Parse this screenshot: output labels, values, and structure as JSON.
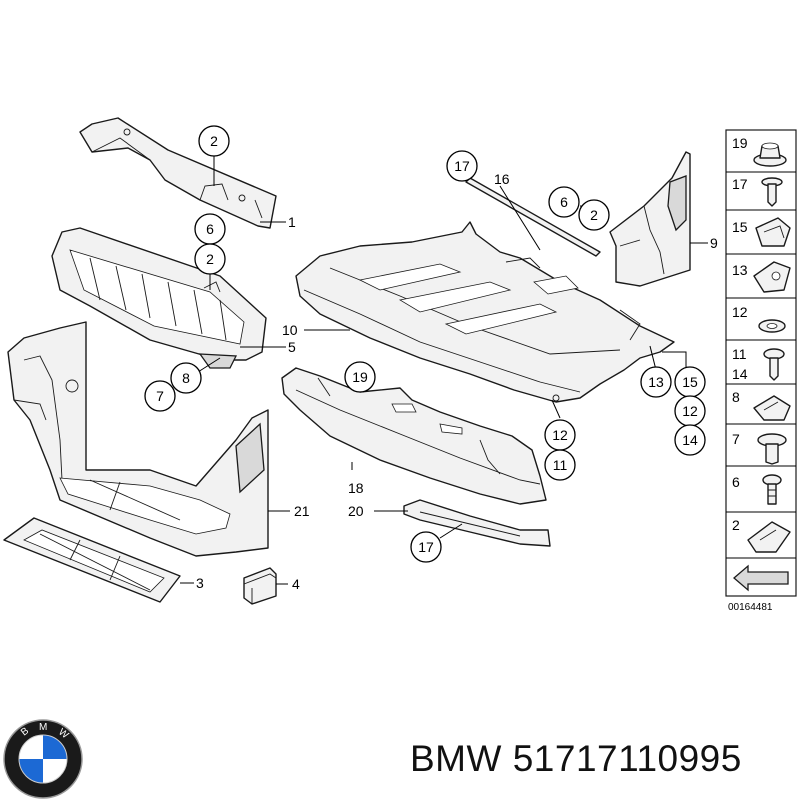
{
  "footer": {
    "brand": "BMW",
    "part_number": "51717110995"
  },
  "logo": {
    "letters": [
      "B",
      "M",
      "W"
    ],
    "colors": {
      "blue": "#1c69d4",
      "ring": "#1a1a1a",
      "white": "#ffffff"
    }
  },
  "diagram": {
    "doc_code": "00164481",
    "callouts": [
      {
        "id": "c2a",
        "text": "2"
      },
      {
        "id": "c6a",
        "text": "6"
      },
      {
        "id": "c2b",
        "text": "2"
      },
      {
        "id": "c8",
        "text": "8"
      },
      {
        "id": "c7",
        "text": "7"
      },
      {
        "id": "c17a",
        "text": "17"
      },
      {
        "id": "c6b",
        "text": "6"
      },
      {
        "id": "c2c",
        "text": "2"
      },
      {
        "id": "c19",
        "text": "19"
      },
      {
        "id": "c13",
        "text": "13"
      },
      {
        "id": "c15",
        "text": "15"
      },
      {
        "id": "c12a",
        "text": "12"
      },
      {
        "id": "c14",
        "text": "14"
      },
      {
        "id": "c12b",
        "text": "12"
      },
      {
        "id": "c11",
        "text": "11"
      },
      {
        "id": "c17b",
        "text": "17"
      }
    ],
    "labels": [
      {
        "id": "l1",
        "text": "1"
      },
      {
        "id": "l16",
        "text": "16"
      },
      {
        "id": "l9",
        "text": "9"
      },
      {
        "id": "l10",
        "text": "10"
      },
      {
        "id": "l5",
        "text": "5"
      },
      {
        "id": "l18",
        "text": "18"
      },
      {
        "id": "l20",
        "text": "20"
      },
      {
        "id": "l21",
        "text": "21"
      },
      {
        "id": "l3",
        "text": "3"
      },
      {
        "id": "l4",
        "text": "4"
      }
    ],
    "legend": [
      {
        "id": "r19",
        "nums": [
          "19"
        ]
      },
      {
        "id": "r17",
        "nums": [
          "17"
        ]
      },
      {
        "id": "r15",
        "nums": [
          "15"
        ]
      },
      {
        "id": "r13",
        "nums": [
          "13"
        ]
      },
      {
        "id": "r12",
        "nums": [
          "12"
        ]
      },
      {
        "id": "r11",
        "nums": [
          "11",
          "14"
        ]
      },
      {
        "id": "r8",
        "nums": [
          "8"
        ]
      },
      {
        "id": "r7",
        "nums": [
          "7"
        ]
      },
      {
        "id": "r6",
        "nums": [
          "6"
        ]
      },
      {
        "id": "r2",
        "nums": [
          "2"
        ]
      }
    ]
  }
}
